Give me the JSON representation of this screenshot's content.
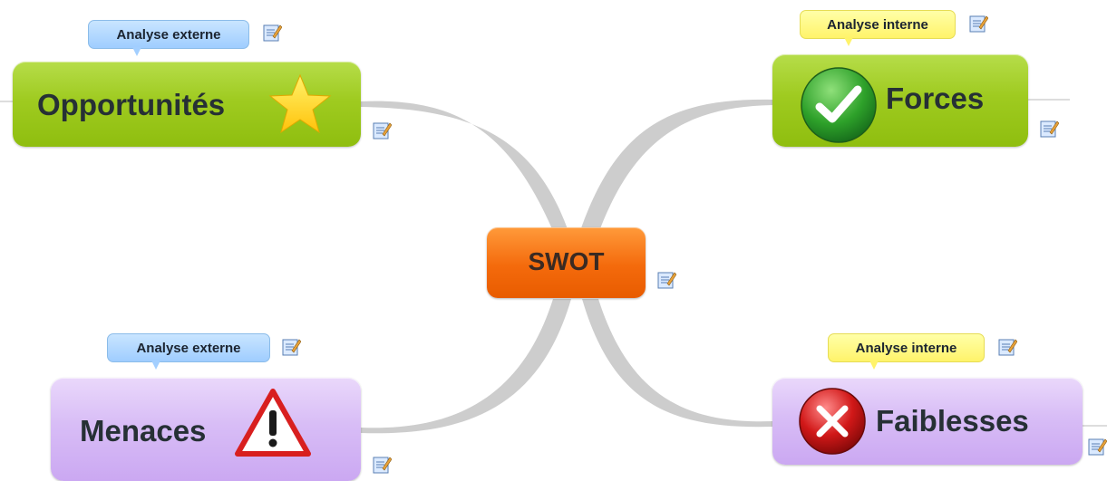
{
  "central": {
    "label": "SWOT"
  },
  "topics": {
    "opportunites": {
      "label": "Opportunités",
      "callout": "Analyse externe",
      "icon": "star-icon"
    },
    "forces": {
      "label": "Forces",
      "callout": "Analyse interne",
      "icon": "check-icon"
    },
    "menaces": {
      "label": "Menaces",
      "callout": "Analyse externe",
      "icon": "warning-icon"
    },
    "faiblesses": {
      "label": "Faiblesses",
      "callout": "Analyse interne",
      "icon": "x-icon"
    }
  },
  "colors": {
    "central": "#f06a10",
    "green_topic": "#9fcb20",
    "purple_topic": "#d8bdf6",
    "callout_blue": "#a8d3ff",
    "callout_yellow": "#fff36a",
    "connector": "#c8c8c8"
  }
}
